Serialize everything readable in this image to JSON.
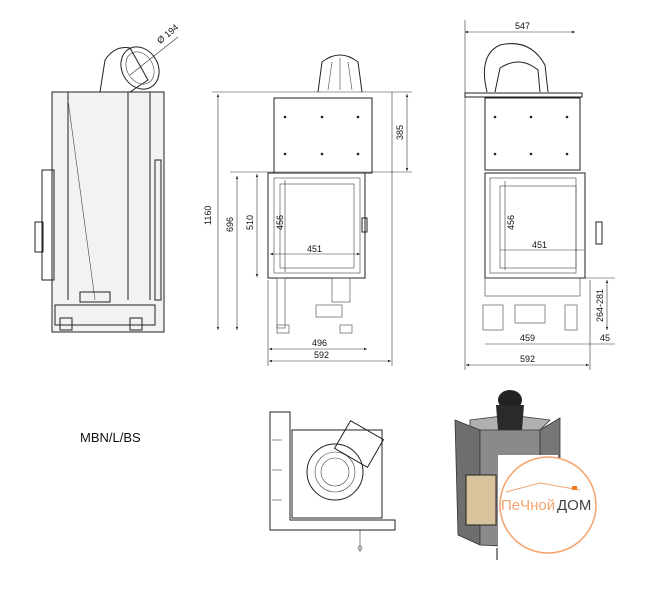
{
  "model_label": "MBN/L/BS",
  "side_view": {
    "flue_diameter": "Ø 194"
  },
  "front_view": {
    "height_total": "1160",
    "height_firebox_bottom": "696",
    "door_height": "510",
    "glass_height": "456",
    "glass_width": "451",
    "top_height": "385",
    "width_inner": "496",
    "width_total": "592"
  },
  "right_view": {
    "width_top": "547",
    "glass_height": "456",
    "glass_width": "451",
    "leg_height": "264-281",
    "offset": "45",
    "width_inner": "459",
    "width_total": "592"
  },
  "watermark": {
    "part1": "ПеЧной",
    "part2": "ДОМ",
    "color": "#f4a46e"
  }
}
